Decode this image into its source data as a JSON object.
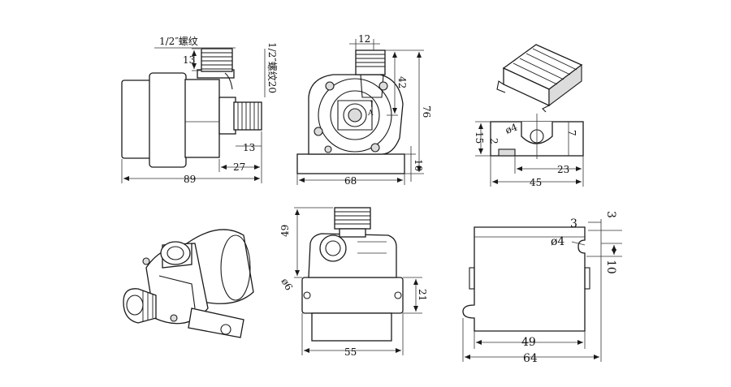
{
  "drawing": {
    "views": {
      "side": {
        "thread_top": "1/2″螺纹",
        "thread_right": "1/2″螺纹20",
        "d13_top": "13",
        "d13_right": "13",
        "d27": "27",
        "d89": "89"
      },
      "front": {
        "d12": "12",
        "d42": "42",
        "d76": "76",
        "d10": "10",
        "d68": "68"
      },
      "bracket_small": {
        "d15": "15",
        "d2": "2",
        "d7": "7",
        "d23": "23",
        "d45": "45",
        "hole": "ø4"
      },
      "bottom": {
        "d49": "49",
        "d21": "21",
        "d55": "55",
        "hole": "ø6"
      },
      "bracket_large": {
        "d3a": "3",
        "d3b": "3",
        "hole": "ø4",
        "d10": "10",
        "d49": "49",
        "d64": "64"
      }
    }
  }
}
